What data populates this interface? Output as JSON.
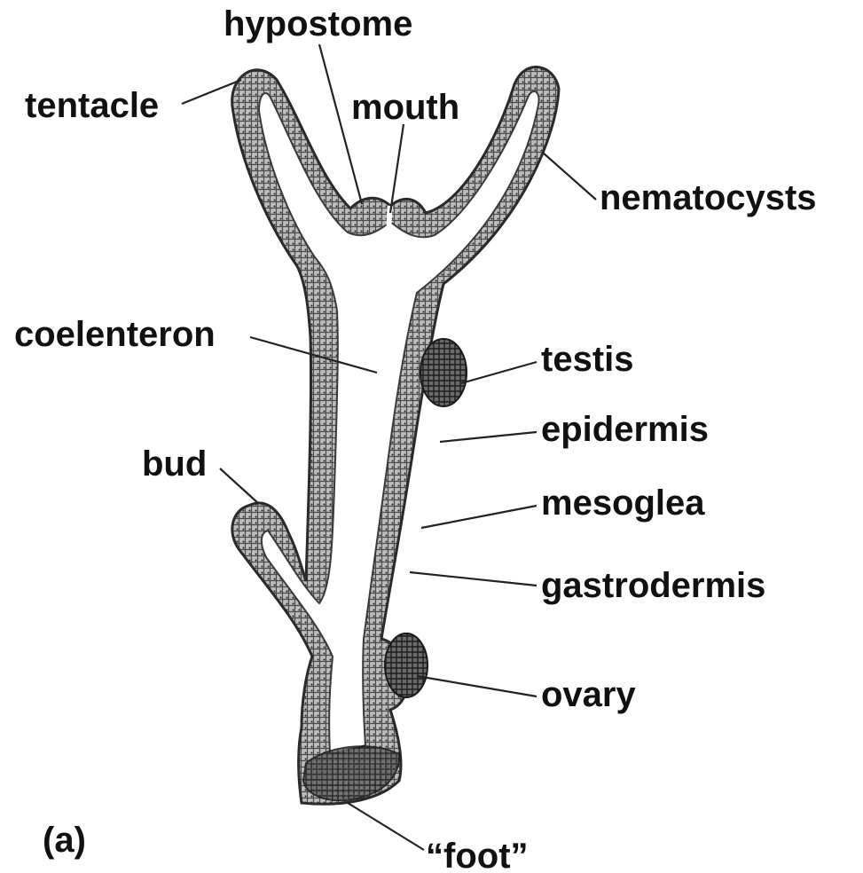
{
  "figure_tag": "(a)",
  "labels": {
    "hypostome": "hypostome",
    "tentacle": "tentacle",
    "mouth": "mouth",
    "nematocysts": "nematocysts",
    "coelenteron": "coelenteron",
    "testis": "testis",
    "epidermis": "epidermis",
    "bud": "bud",
    "mesoglea": "mesoglea",
    "gastrodermis": "gastrodermis",
    "ovary": "ovary",
    "foot": "“foot”"
  },
  "colors": {
    "ink": "#111111",
    "wall": "#6f6f6f",
    "wall_dark": "#3a3a3a",
    "background": "#ffffff"
  }
}
